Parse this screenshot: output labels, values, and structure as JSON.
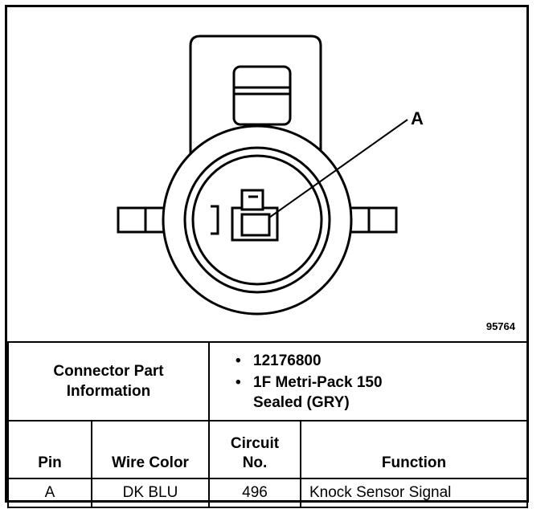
{
  "diagram": {
    "callout_label": "A",
    "figure_number": "95764"
  },
  "connector_info": {
    "label_line1": "Connector Part",
    "label_line2": "Information",
    "items": [
      {
        "line1": "12176800",
        "line2": ""
      },
      {
        "line1": "1F Metri-Pack 150",
        "line2": "Sealed (GRY)"
      }
    ]
  },
  "pin_table": {
    "headers": {
      "pin": "Pin",
      "wire_color": "Wire Color",
      "circuit_line1": "Circuit",
      "circuit_line2": "No.",
      "function": "Function"
    },
    "rows": [
      {
        "pin": "A",
        "wire_color": "DK BLU",
        "circuit": "496",
        "function": "Knock Sensor Signal"
      }
    ]
  }
}
